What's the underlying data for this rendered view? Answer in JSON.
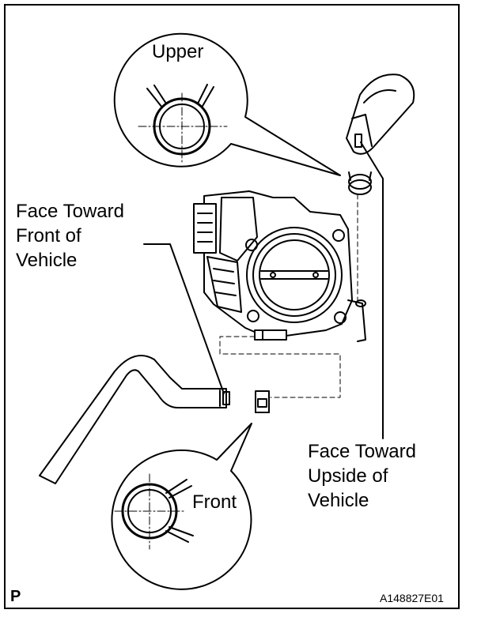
{
  "labels": {
    "upper": "Upper",
    "front": "Front",
    "face_front": "Face Toward\nFront of\nVehicle",
    "face_upside": "Face Toward\nUpside of\nVehicle"
  },
  "corner_mark": "P",
  "figure_code": "A148827E01",
  "colors": {
    "line": "#000000",
    "background": "#ffffff"
  }
}
